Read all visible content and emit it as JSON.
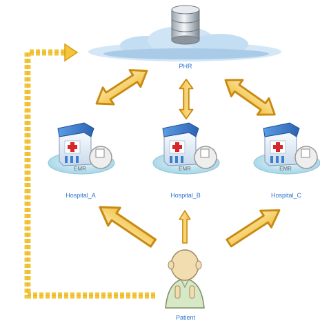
{
  "phr": {
    "label": "PHR"
  },
  "hospitals": [
    {
      "label": "Hospital_A",
      "badge": "EMR"
    },
    {
      "label": "Hospital_B",
      "badge": "EMR"
    },
    {
      "label": "Hospital_C",
      "badge": "EMR"
    }
  ],
  "patient": {
    "label": "Patient"
  },
  "colors": {
    "arrow_fill": "#f6d37b",
    "arrow_stroke": "#c98a12",
    "dashed_path": "#f3c63a",
    "label_text": "#2f73c9",
    "cloud": "#bcd9f0",
    "hospital_blue": "#3a7fd0",
    "cross_red": "#d8262a",
    "patient_skin": "#f2ddb0",
    "patient_shirt": "#d7e8c6"
  },
  "icons": [
    "cloud-icon",
    "database-icon",
    "hospital-icon",
    "emr-icon",
    "patient-icon",
    "arrow-icon"
  ]
}
